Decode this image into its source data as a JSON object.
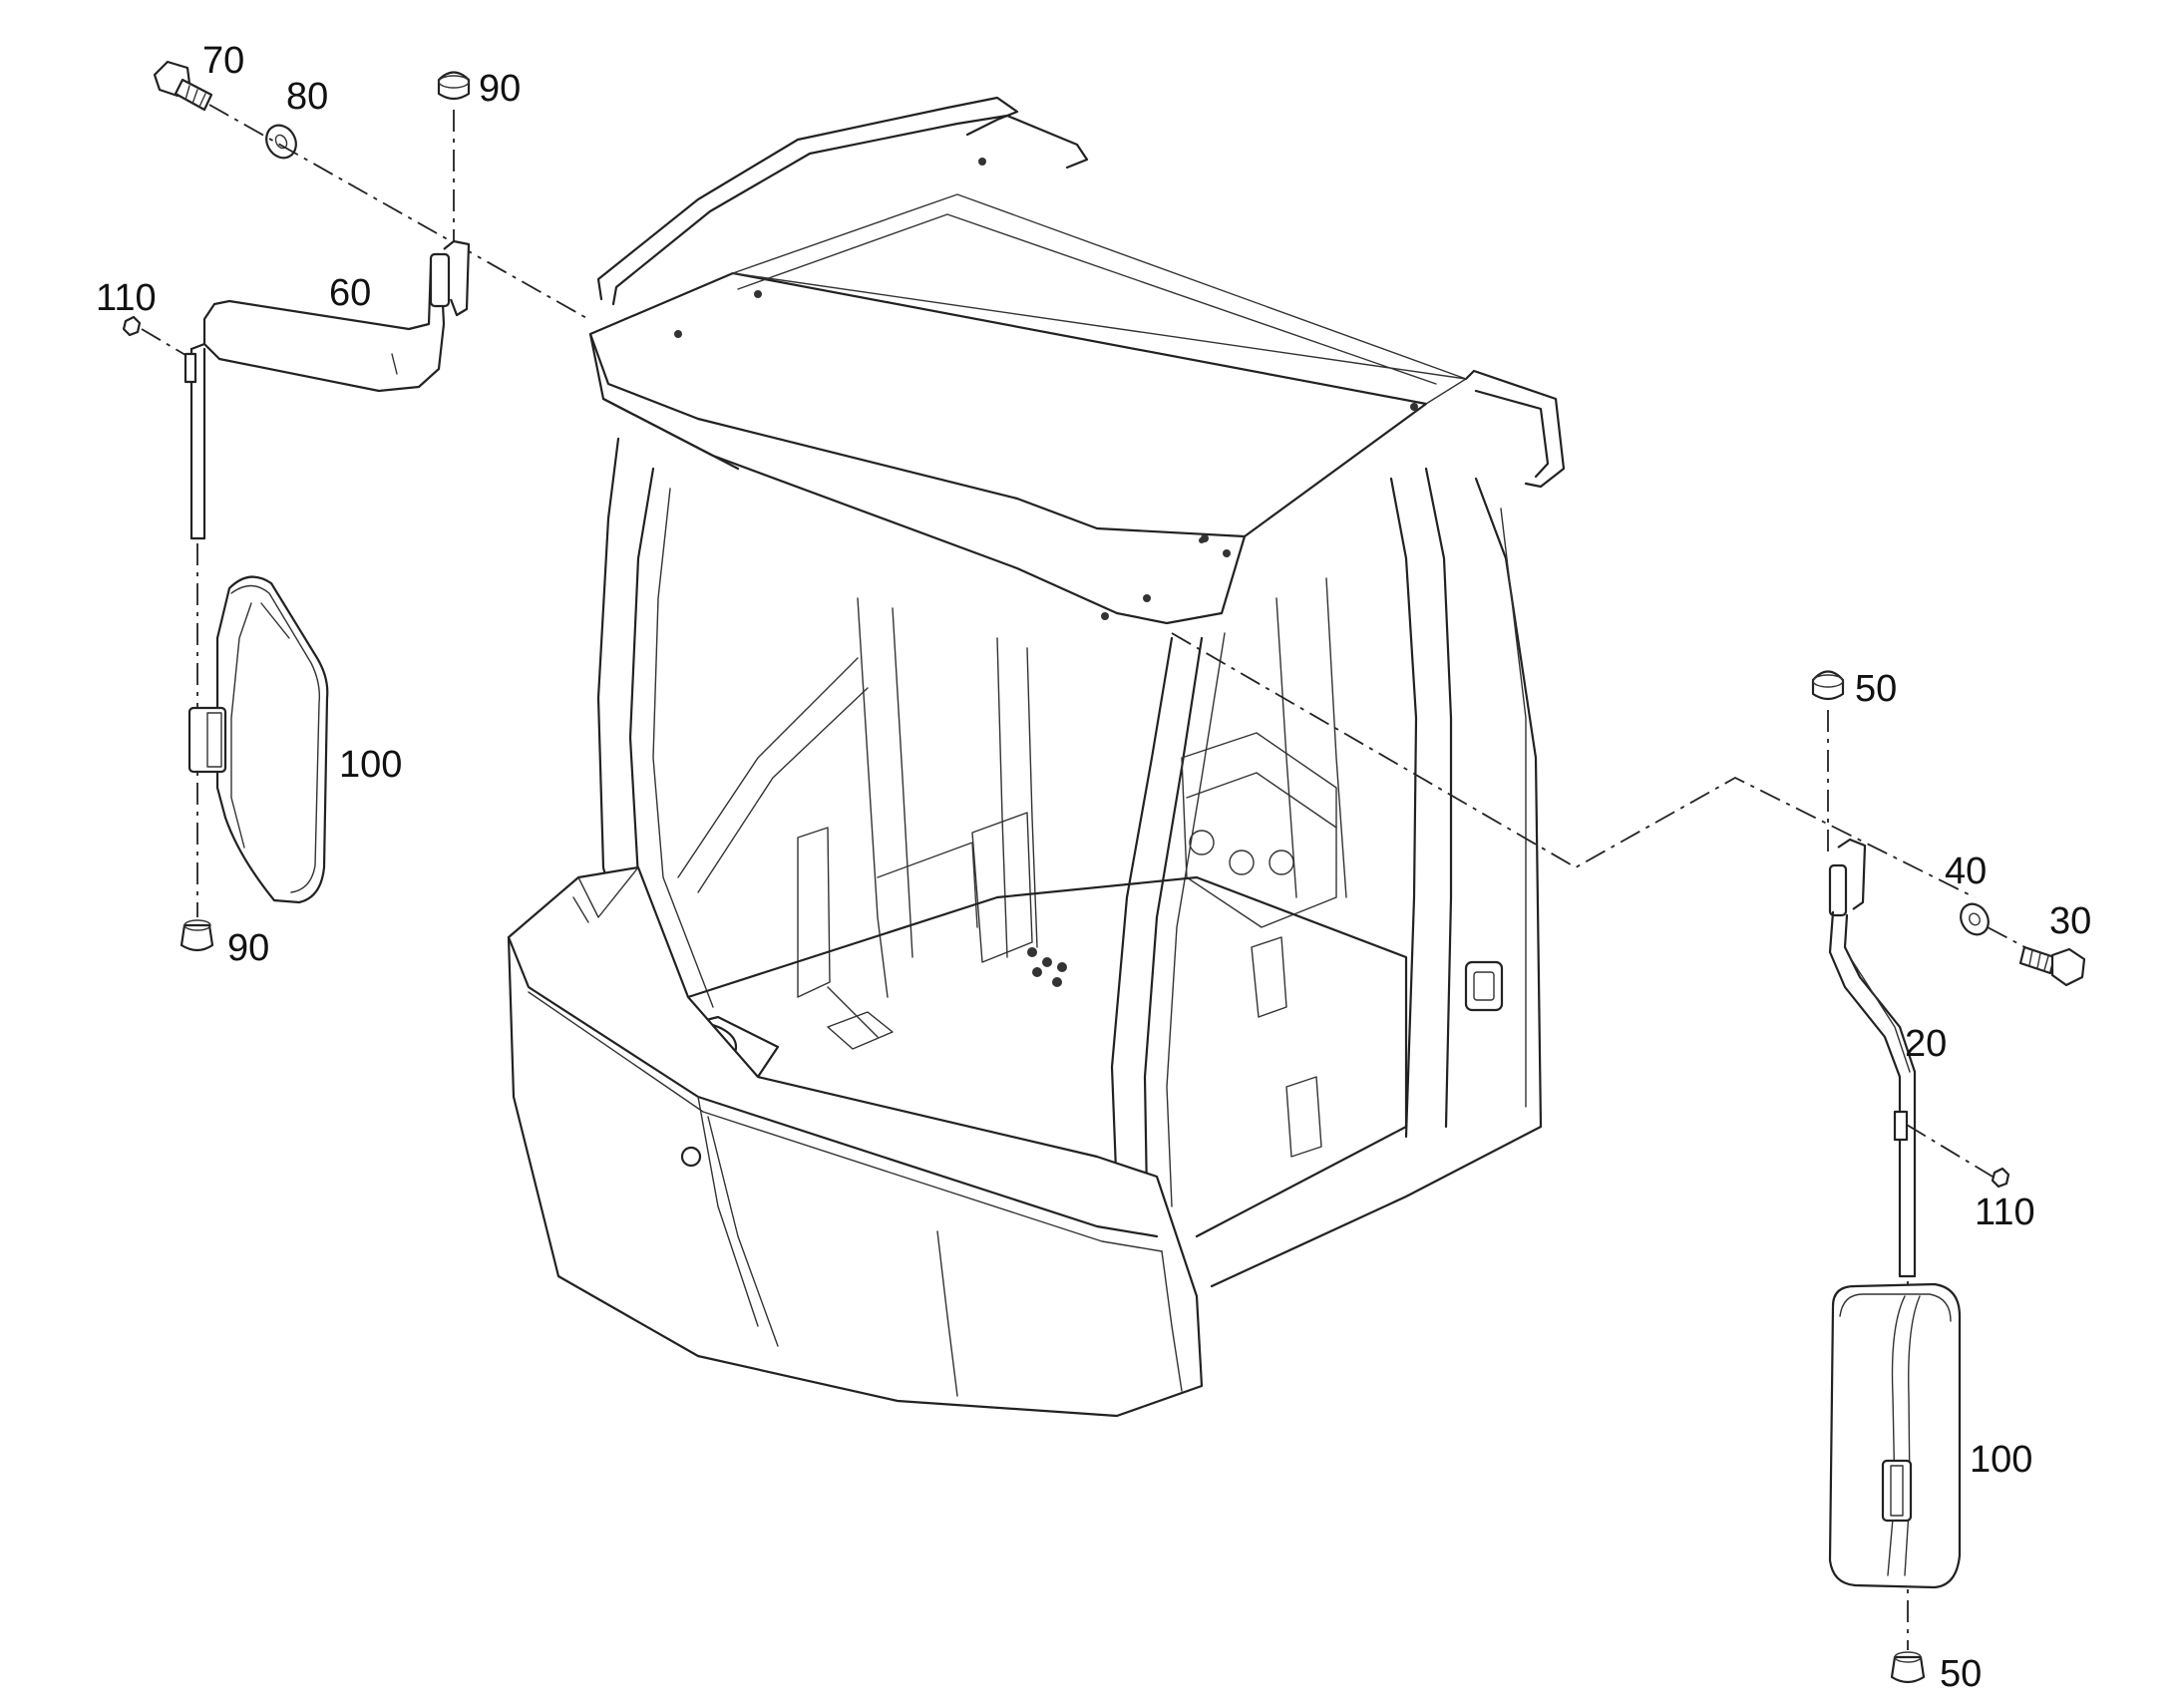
{
  "diagram": {
    "type": "exploded-parts-view",
    "subject_icon": "excavator-cab-with-side-mirrors",
    "line_color": "#222222",
    "background": "#ffffff"
  },
  "labels": {
    "p70": "70",
    "p80": "80",
    "p90_top": "90",
    "p110_left": "110",
    "p60": "60",
    "p100_left": "100",
    "p90_bottom": "90",
    "p50_top": "50",
    "p40": "40",
    "p30": "30",
    "p20": "20",
    "p110_right": "110",
    "p100_right": "100",
    "p50_bottom": "50"
  }
}
